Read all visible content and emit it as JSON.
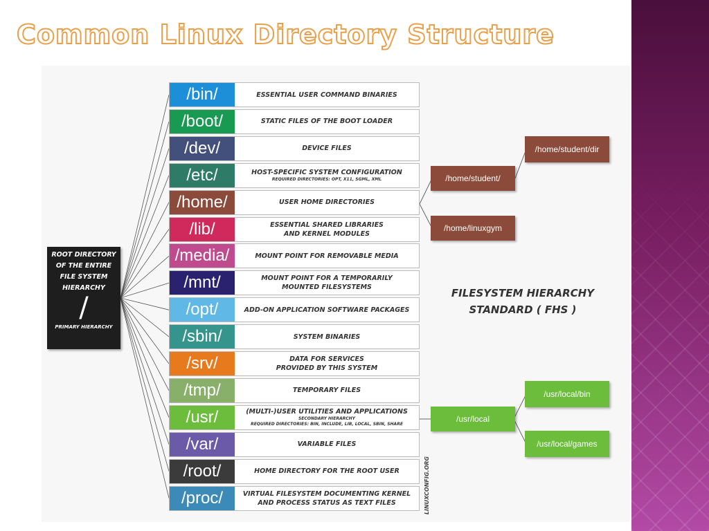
{
  "title": "Common Linux Directory Structure",
  "root": {
    "caption": [
      "ROOT DIRECTORY",
      "OF THE ENTIRE",
      "FILE SYSTEM",
      "HIERARCHY"
    ],
    "symbol": "/",
    "subcaption": "PRIMARY HIERARCHY"
  },
  "directories": [
    {
      "name": "/bin/",
      "color": "#1d8fd8",
      "desc": [
        "ESSENTIAL USER COMMAND BINARIES"
      ]
    },
    {
      "name": "/boot/",
      "color": "#199a52",
      "desc": [
        "STATIC FILES OF THE BOOT LOADER"
      ]
    },
    {
      "name": "/dev/",
      "color": "#43507c",
      "desc": [
        "DEVICE FILES"
      ]
    },
    {
      "name": "/etc/",
      "color": "#2e7c68",
      "desc": [
        "HOST-SPECIFIC SYSTEM CONFIGURATION"
      ],
      "sub": "REQUIRED DIRECTORIES: OPT, X11, SGML, XML"
    },
    {
      "name": "/home/",
      "color": "#8b4a3a",
      "desc": [
        "USER HOME DIRECTORIES"
      ]
    },
    {
      "name": "/lib/",
      "color": "#d02a5c",
      "desc": [
        "ESSENTIAL SHARED LIBRARIES",
        "AND KERNEL MODULES"
      ]
    },
    {
      "name": "/media/",
      "color": "#c04a8e",
      "desc": [
        "MOUNT POINT FOR REMOVABLE MEDIA"
      ]
    },
    {
      "name": "/mnt/",
      "color": "#2a226f",
      "desc": [
        "MOUNT POINT FOR A TEMPORARILY",
        "MOUNTED FILESYSTEMS"
      ]
    },
    {
      "name": "/opt/",
      "color": "#5fb8e6",
      "desc": [
        "ADD-ON APPLICATION SOFTWARE PACKAGES"
      ]
    },
    {
      "name": "/sbin/",
      "color": "#35948c",
      "desc": [
        "SYSTEM BINARIES"
      ]
    },
    {
      "name": "/srv/",
      "color": "#e87a1e",
      "desc": [
        "DATA FOR SERVICES",
        "PROVIDED BY THIS SYSTEM"
      ]
    },
    {
      "name": "/tmp/",
      "color": "#88b06a",
      "desc": [
        "TEMPORARY FILES"
      ]
    },
    {
      "name": "/usr/",
      "color": "#6cbd3c",
      "desc": [
        "(MULTI-)USER UTILITIES AND APPLICATIONS"
      ],
      "sub": "SECONDARY HIERARCHY",
      "sub2": "REQUIRED DIRECTORIES: BIN, INCLUDE, LIB, LOCAL, SBIN, SHARE"
    },
    {
      "name": "/var/",
      "color": "#6a5aa8",
      "desc": [
        "VARIABLE FILES"
      ]
    },
    {
      "name": "/root/",
      "color": "#3b3b3b",
      "desc": [
        "HOME DIRECTORY FOR THE ROOT USER"
      ]
    },
    {
      "name": "/proc/",
      "color": "#3c8ab8",
      "desc": [
        "VIRTUAL FILESYSTEM DOCUMENTING KERNEL",
        "AND PROCESS STATUS AS TEXT FILES"
      ]
    }
  ],
  "home_branch": {
    "student": "/home/student/",
    "student_dir": "/home/student/dir",
    "linuxgym": "/home/linuxgym"
  },
  "usr_branch": {
    "local": "/usr/local",
    "local_bin": "/usr/local/bin",
    "local_games": "/usr/local/games"
  },
  "fhs_caption": [
    "FILESYSTEM HIERARCHY",
    "STANDARD ( FHS )"
  ],
  "credit": "LINUXCONFIG.ORG"
}
